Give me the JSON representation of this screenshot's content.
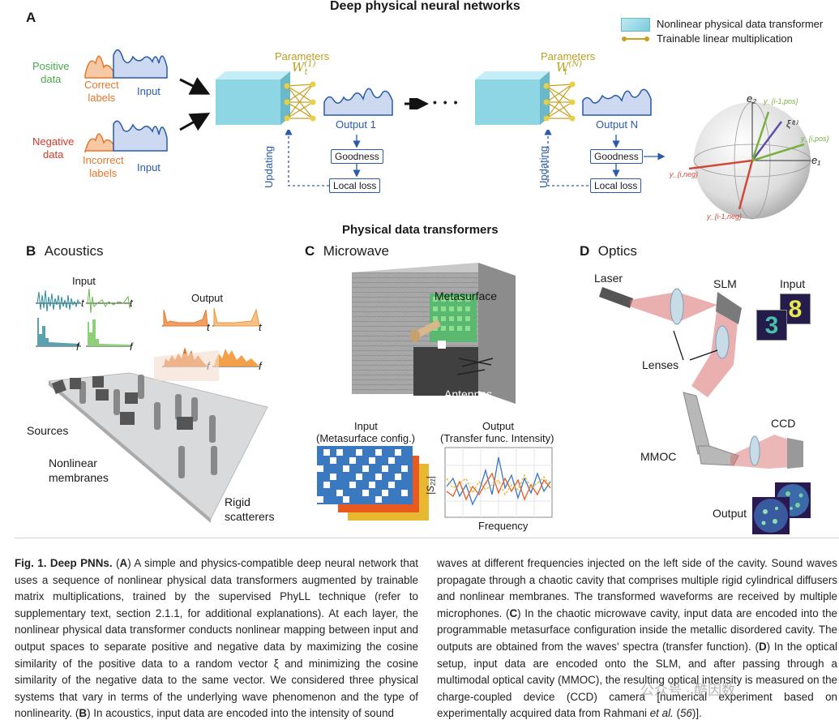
{
  "panel_a": {
    "letter": "A",
    "title": "Deep physical neural networks",
    "legend": {
      "transformer": "Nonlinear physical data transformer",
      "linear": "Trainable linear multiplication"
    },
    "positive_data": "Positive\ndata",
    "negative_data": "Negative\ndata",
    "correct_labels": "Correct\nlabels",
    "incorrect_labels": "Incorrect\nlabels",
    "input": "Input",
    "parameters": "Parameters",
    "param_1": "W",
    "param_1_sup": "(1)",
    "param_1_sub": "t",
    "param_n": "W",
    "param_n_sup": "(N)",
    "param_n_sub": "t",
    "output_1": "Output 1",
    "output_n": "Output N",
    "goodness": "Goodness",
    "local_loss": "Local loss",
    "updating": "Updating",
    "dots": "• • •",
    "sphere": {
      "e1": "e₁",
      "e2": "e₂",
      "xi": "ξ⁽ᵗ⁾",
      "y_pos_a": "y_{i,pos}",
      "y_pos_b": "y_{i-1,pos}",
      "y_neg_a": "y_{i,neg}",
      "y_neg_b": "y_{i-1,neg}"
    }
  },
  "subtitle": "Physical data transformers",
  "panel_b": {
    "letter": "B",
    "title": "Acoustics",
    "input": "Input",
    "output": "Output",
    "t": "t",
    "f": "f",
    "sources": "Sources",
    "nonlinear_membranes": "Nonlinear\nmembranes",
    "rigid_scatterers": "Rigid\nscatterers"
  },
  "panel_c": {
    "letter": "C",
    "title": "Microwave",
    "metasurface": "Metasurface",
    "antennas": "Antennas",
    "input": "Input",
    "input_sub": "(Metasurface config.)",
    "output": "Output",
    "output_sub": "(Transfer func. Intensity)",
    "s21": "|S₂₁|",
    "frequency": "Frequency"
  },
  "panel_d": {
    "letter": "D",
    "title": "Optics",
    "laser": "Laser",
    "slm": "SLM",
    "input": "Input",
    "lenses": "Lenses",
    "ccd": "CCD",
    "mmoc": "MMOC",
    "output": "Output",
    "digit_1": "3",
    "digit_2": "8"
  },
  "caption": {
    "left": [
      {
        "bold": "Fig. 1. Deep PNNs.",
        "text": " ("
      },
      {
        "bold": "A",
        "text": ") A simple and physics-compatible deep neural network that uses a sequence of nonlinear physical data transformers augmented by trainable matrix multiplications, trained by the supervised PhyLL technique (refer to supplementary text, section 2.1.1, for additional explanations). At each layer, the nonlinear physical data transformer conducts nonlinear mapping between input and output spaces to separate positive and negative data by maximizing the cosine similarity of the positive data to a random vector ξ and minimizing the cosine similarity of the negative data to the same vector. We considered three physical systems that vary in terms of the underlying wave phenomenon and the type of nonlinearity. ("
      },
      {
        "bold": "B",
        "text": ") In acoustics, input data are encoded into the intensity of sound"
      }
    ],
    "right": [
      {
        "bold": "",
        "text": "waves at different frequencies injected on the left side of the cavity. Sound waves propagate through a chaotic cavity that comprises multiple rigid cylindrical diffusers and nonlinear membranes. The transformed waveforms are received by multiple microphones. ("
      },
      {
        "bold": "C",
        "text": ") In the chaotic microwave cavity, input data are encoded into the programmable metasurface configuration inside the metallic disordered cavity. The outputs are obtained from the waves' spectra (transfer function). ("
      },
      {
        "bold": "D",
        "text": ") In the optical setup, input data are encoded onto the SLM, and after passing through a multimodal optical cavity (MMOC), the resulting optical intensity is measured on the charge-coupled device (CCD) camera [numerical experiment based on experimentally acquired data from Rahmani "
      },
      {
        "bold": "",
        "text": "et al.",
        "italic": true
      },
      {
        "bold": "",
        "text": " ("
      },
      {
        "bold": "",
        "text": "56",
        "italic": true
      },
      {
        "bold": "",
        "text": ")]."
      }
    ],
    "watermark": "公众号 · 酷因数"
  },
  "colors": {
    "cube": "#8fd6e4",
    "blue": "#2a5aa8",
    "green": "#4aa84a",
    "red": "#d23a2a",
    "orange": "#e8762a",
    "yellow": "#d8c040"
  }
}
